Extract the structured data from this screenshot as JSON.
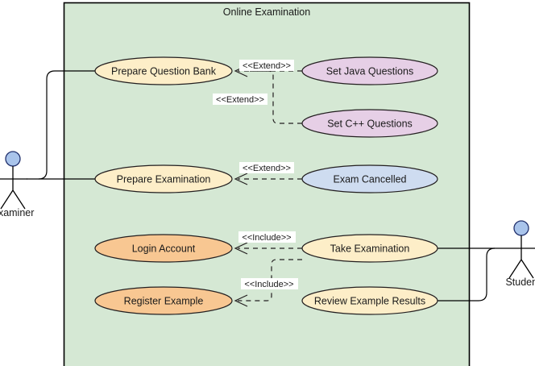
{
  "diagram": {
    "type": "uml-use-case-diagram",
    "boundary": {
      "title": "Online Examination",
      "fill": "#d5e8d4",
      "stroke": "#000000"
    },
    "actors": [
      {
        "id": "examiner",
        "label": "Examiner",
        "position": "left",
        "clipped": true,
        "head_fill": "#a9c4eb"
      },
      {
        "id": "student",
        "label": "Student",
        "position": "right",
        "clipped": true,
        "head_fill": "#a9c4eb"
      }
    ],
    "use_cases": [
      {
        "id": "prepare-question-bank",
        "label": "Prepare Question Bank",
        "fill": "#fdeec8"
      },
      {
        "id": "set-java-questions",
        "label": "Set Java Questions",
        "fill": "#e6cfe6"
      },
      {
        "id": "set-cpp-questions",
        "label": "Set C++ Questions",
        "fill": "#e6cfe6"
      },
      {
        "id": "prepare-examination",
        "label": "Prepare Examination",
        "fill": "#fdeec8"
      },
      {
        "id": "exam-cancelled",
        "label": "Exam Cancelled",
        "fill": "#cedcf0"
      },
      {
        "id": "login-account",
        "label": "Login Account",
        "fill": "#f8c792"
      },
      {
        "id": "take-examination",
        "label": "Take Examination",
        "fill": "#fdeec8"
      },
      {
        "id": "register-example",
        "label": "Register Example",
        "fill": "#f8c792"
      },
      {
        "id": "review-example-results",
        "label": "Review Example Results",
        "fill": "#fdeec8"
      }
    ],
    "relationships": [
      {
        "id": "extend-java-to-bank",
        "label": "<<Extend>>",
        "from": "set-java-questions",
        "to": "prepare-question-bank"
      },
      {
        "id": "extend-cpp-to-bank",
        "label": "<<Extend>>",
        "from": "set-cpp-questions",
        "to": "prepare-question-bank"
      },
      {
        "id": "extend-cancel-to-prepare",
        "label": "<<Extend>>",
        "from": "exam-cancelled",
        "to": "prepare-examination"
      },
      {
        "id": "include-take-to-login",
        "label": "<<Include>>",
        "from": "take-examination",
        "to": "login-account"
      },
      {
        "id": "include-review-to-register",
        "label": "<<Include>>",
        "from": "review-example-results",
        "to": "register-example"
      }
    ],
    "associations": [
      {
        "id": "examiner-prepare-question-bank",
        "actor": "examiner",
        "use_case": "prepare-question-bank"
      },
      {
        "id": "examiner-prepare-examination",
        "actor": "examiner",
        "use_case": "prepare-examination"
      },
      {
        "id": "student-take-examination",
        "actor": "student",
        "use_case": "take-examination"
      },
      {
        "id": "student-review-results",
        "actor": "student",
        "use_case": "review-example-results"
      }
    ]
  }
}
